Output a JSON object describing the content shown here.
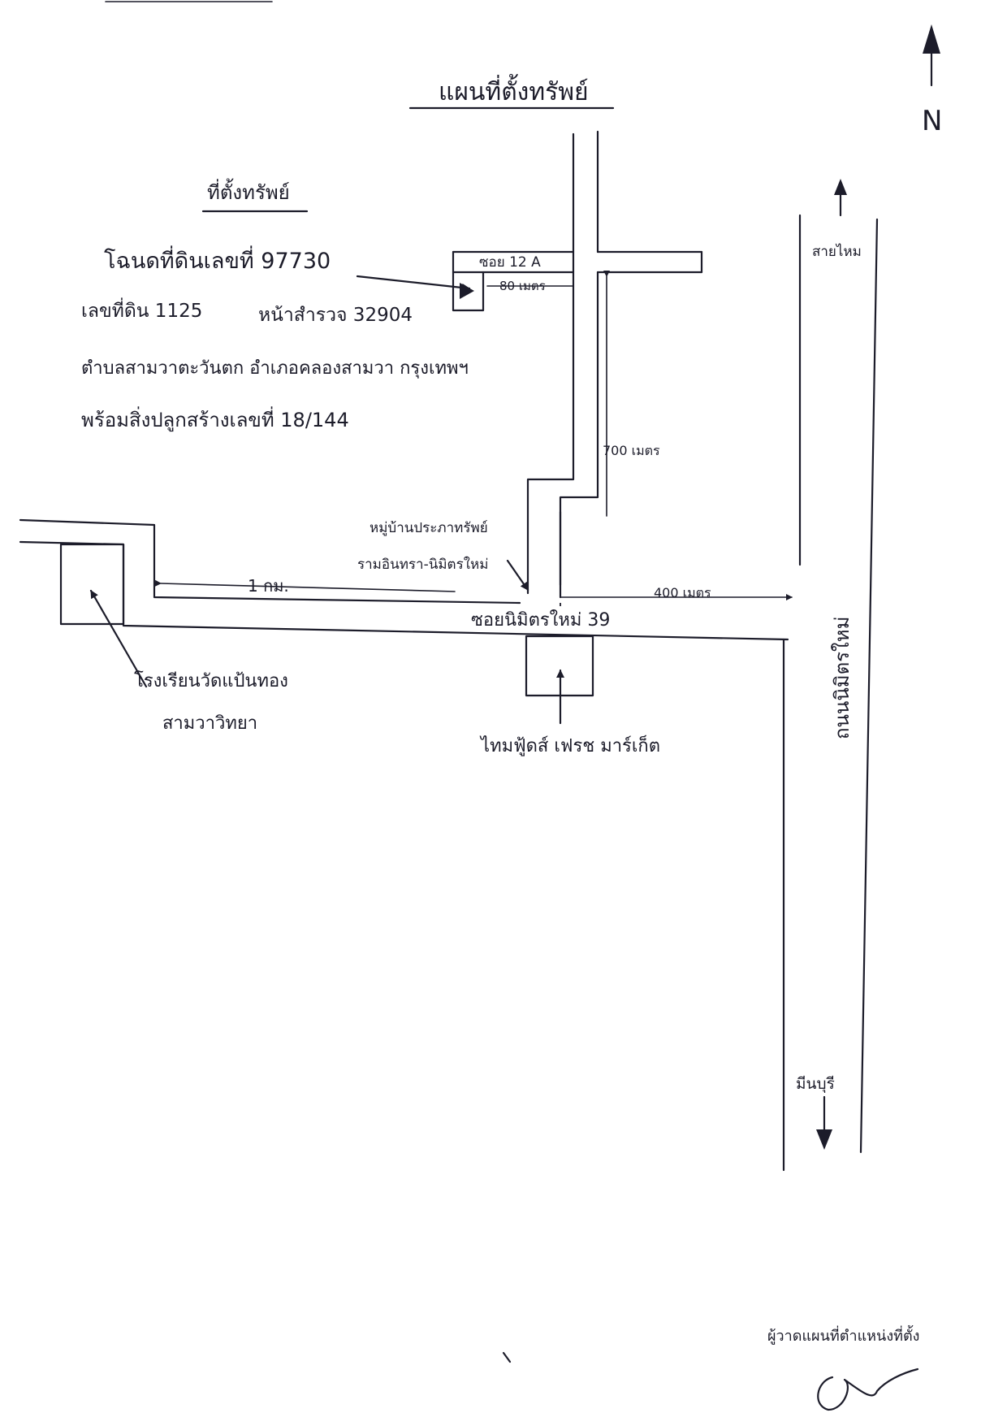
{
  "title": "แผนที่ตั้งทรัพย์",
  "subtitle": "ที่ตั้งทรัพย์",
  "north_label": "N",
  "property": {
    "line1": "โฉนดที่ดินเลขที่ 97730",
    "line2a": "เลขที่ดิน 1125",
    "line2b": "หน้าสำรวจ 32904",
    "line3": "ตำบลสามวาตะวันตก อำเภอคลองสามวา กรุงเทพฯ",
    "line4": "พร้อมสิ่งปลูกสร้างเลขที่ 18/144"
  },
  "roads": {
    "soi_12a": "ซอย 12 A",
    "main_soi": "ซอยนิมิตรใหม่ 39",
    "main_road": "ถนนนิมิตรใหม่",
    "to_north": "สายไหม",
    "to_south": "มีนบุรี"
  },
  "distances": {
    "d80": "80 เมตร",
    "d700": "700 เมตร",
    "d1km": "1 กม.",
    "d400": "400 เมตร"
  },
  "landmarks": {
    "village_line1": "หมู่บ้านประภาทรัพย์",
    "village_line2": "รามอินทรา-นิมิตรใหม่",
    "school_line1": "โรงเรียนวัดแป้นทอง",
    "school_line2": "สามวาวิทยา",
    "market": "ไทมฟู้ดส์ เฟรช มาร์เก็ต"
  },
  "signature_caption": "ผู้วาดแผนที่ตำแหน่งที่ตั้ง"
}
